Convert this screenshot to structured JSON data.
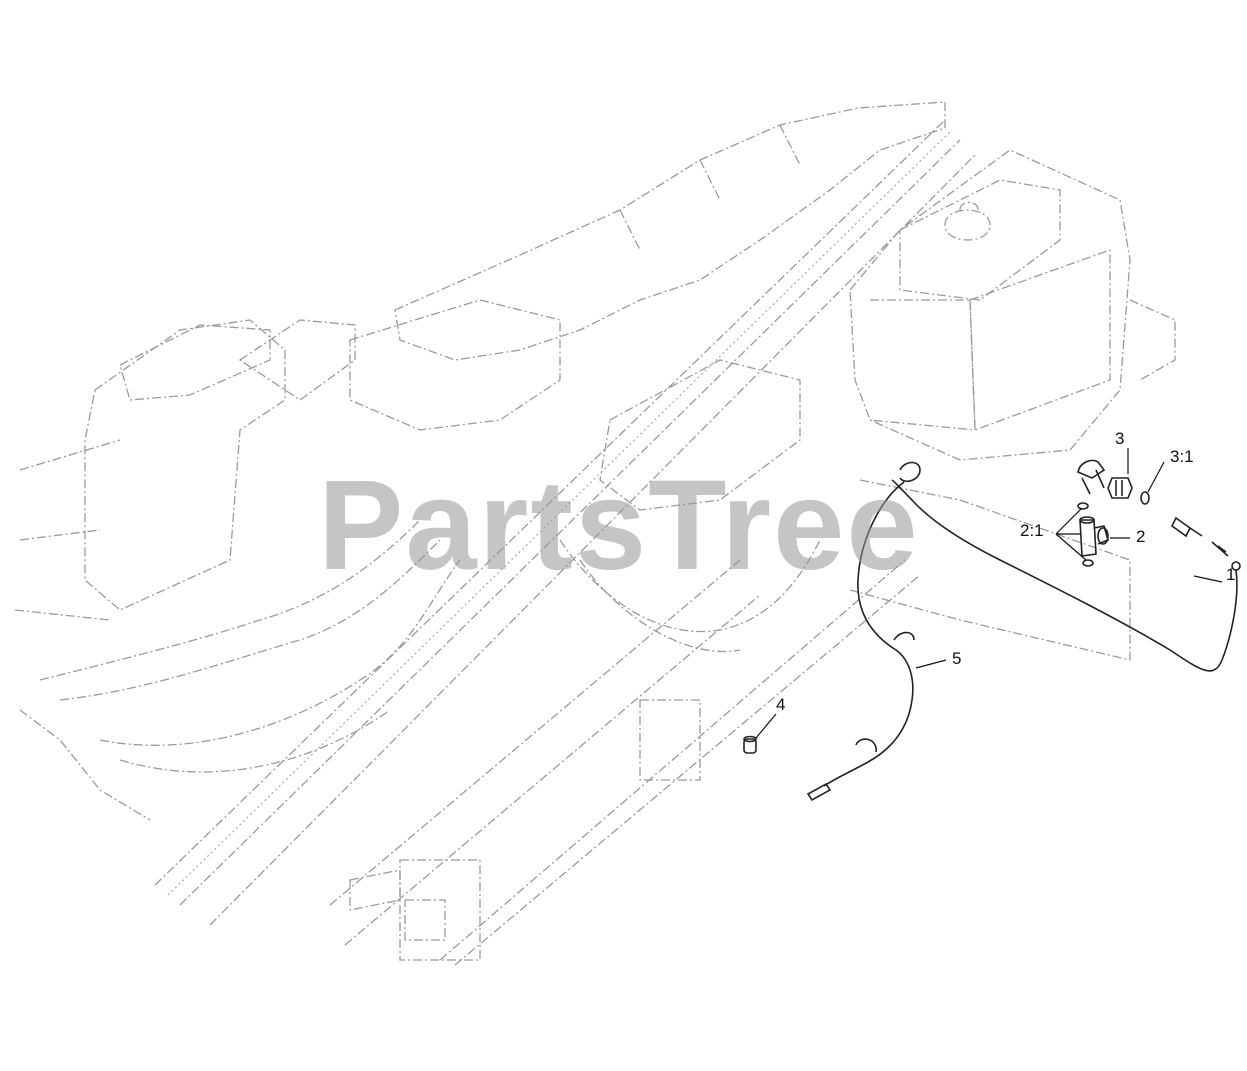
{
  "watermark": {
    "text": "PartsTree"
  },
  "callouts": {
    "c1": "1",
    "c2": "2",
    "c2_1": "2:1",
    "c3": "3",
    "c3_1": "3:1",
    "c4": "4",
    "c5": "5"
  },
  "colors": {
    "ghost_line": "#9a9a9a",
    "part_line": "#222222",
    "watermark": "#969696",
    "background": "#ffffff"
  }
}
